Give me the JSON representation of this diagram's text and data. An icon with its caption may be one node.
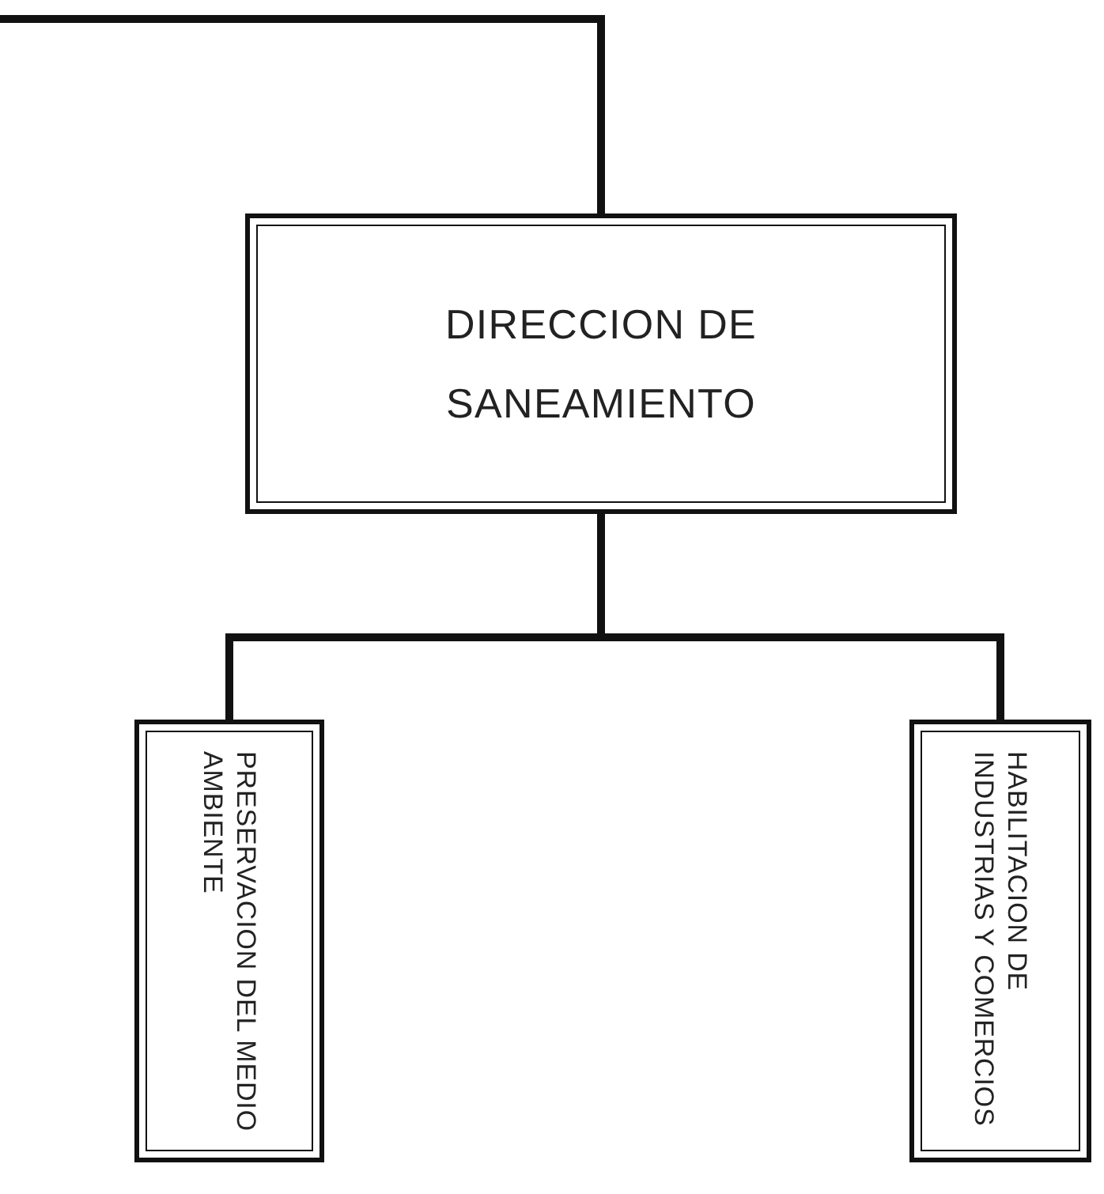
{
  "diagram": {
    "nodes": [
      {
        "text": [
          "DIRECCION DE SANEAMIENTO"
        ]
      },
      {
        "text": [
          "PRESERVACION DEL MEDIO AMBIENTE"
        ]
      },
      {
        "text": [
          "HABILITACION DE INDUSTRIAS Y COMERCIOS"
        ]
      }
    ],
    "edges": [
      {
        "from": null,
        "to": 0,
        "arrow": "none"
      },
      {
        "from": 0,
        "to": 1,
        "arrow": "none"
      },
      {
        "from": 0,
        "to": 2,
        "arrow": "none"
      }
    ]
  }
}
